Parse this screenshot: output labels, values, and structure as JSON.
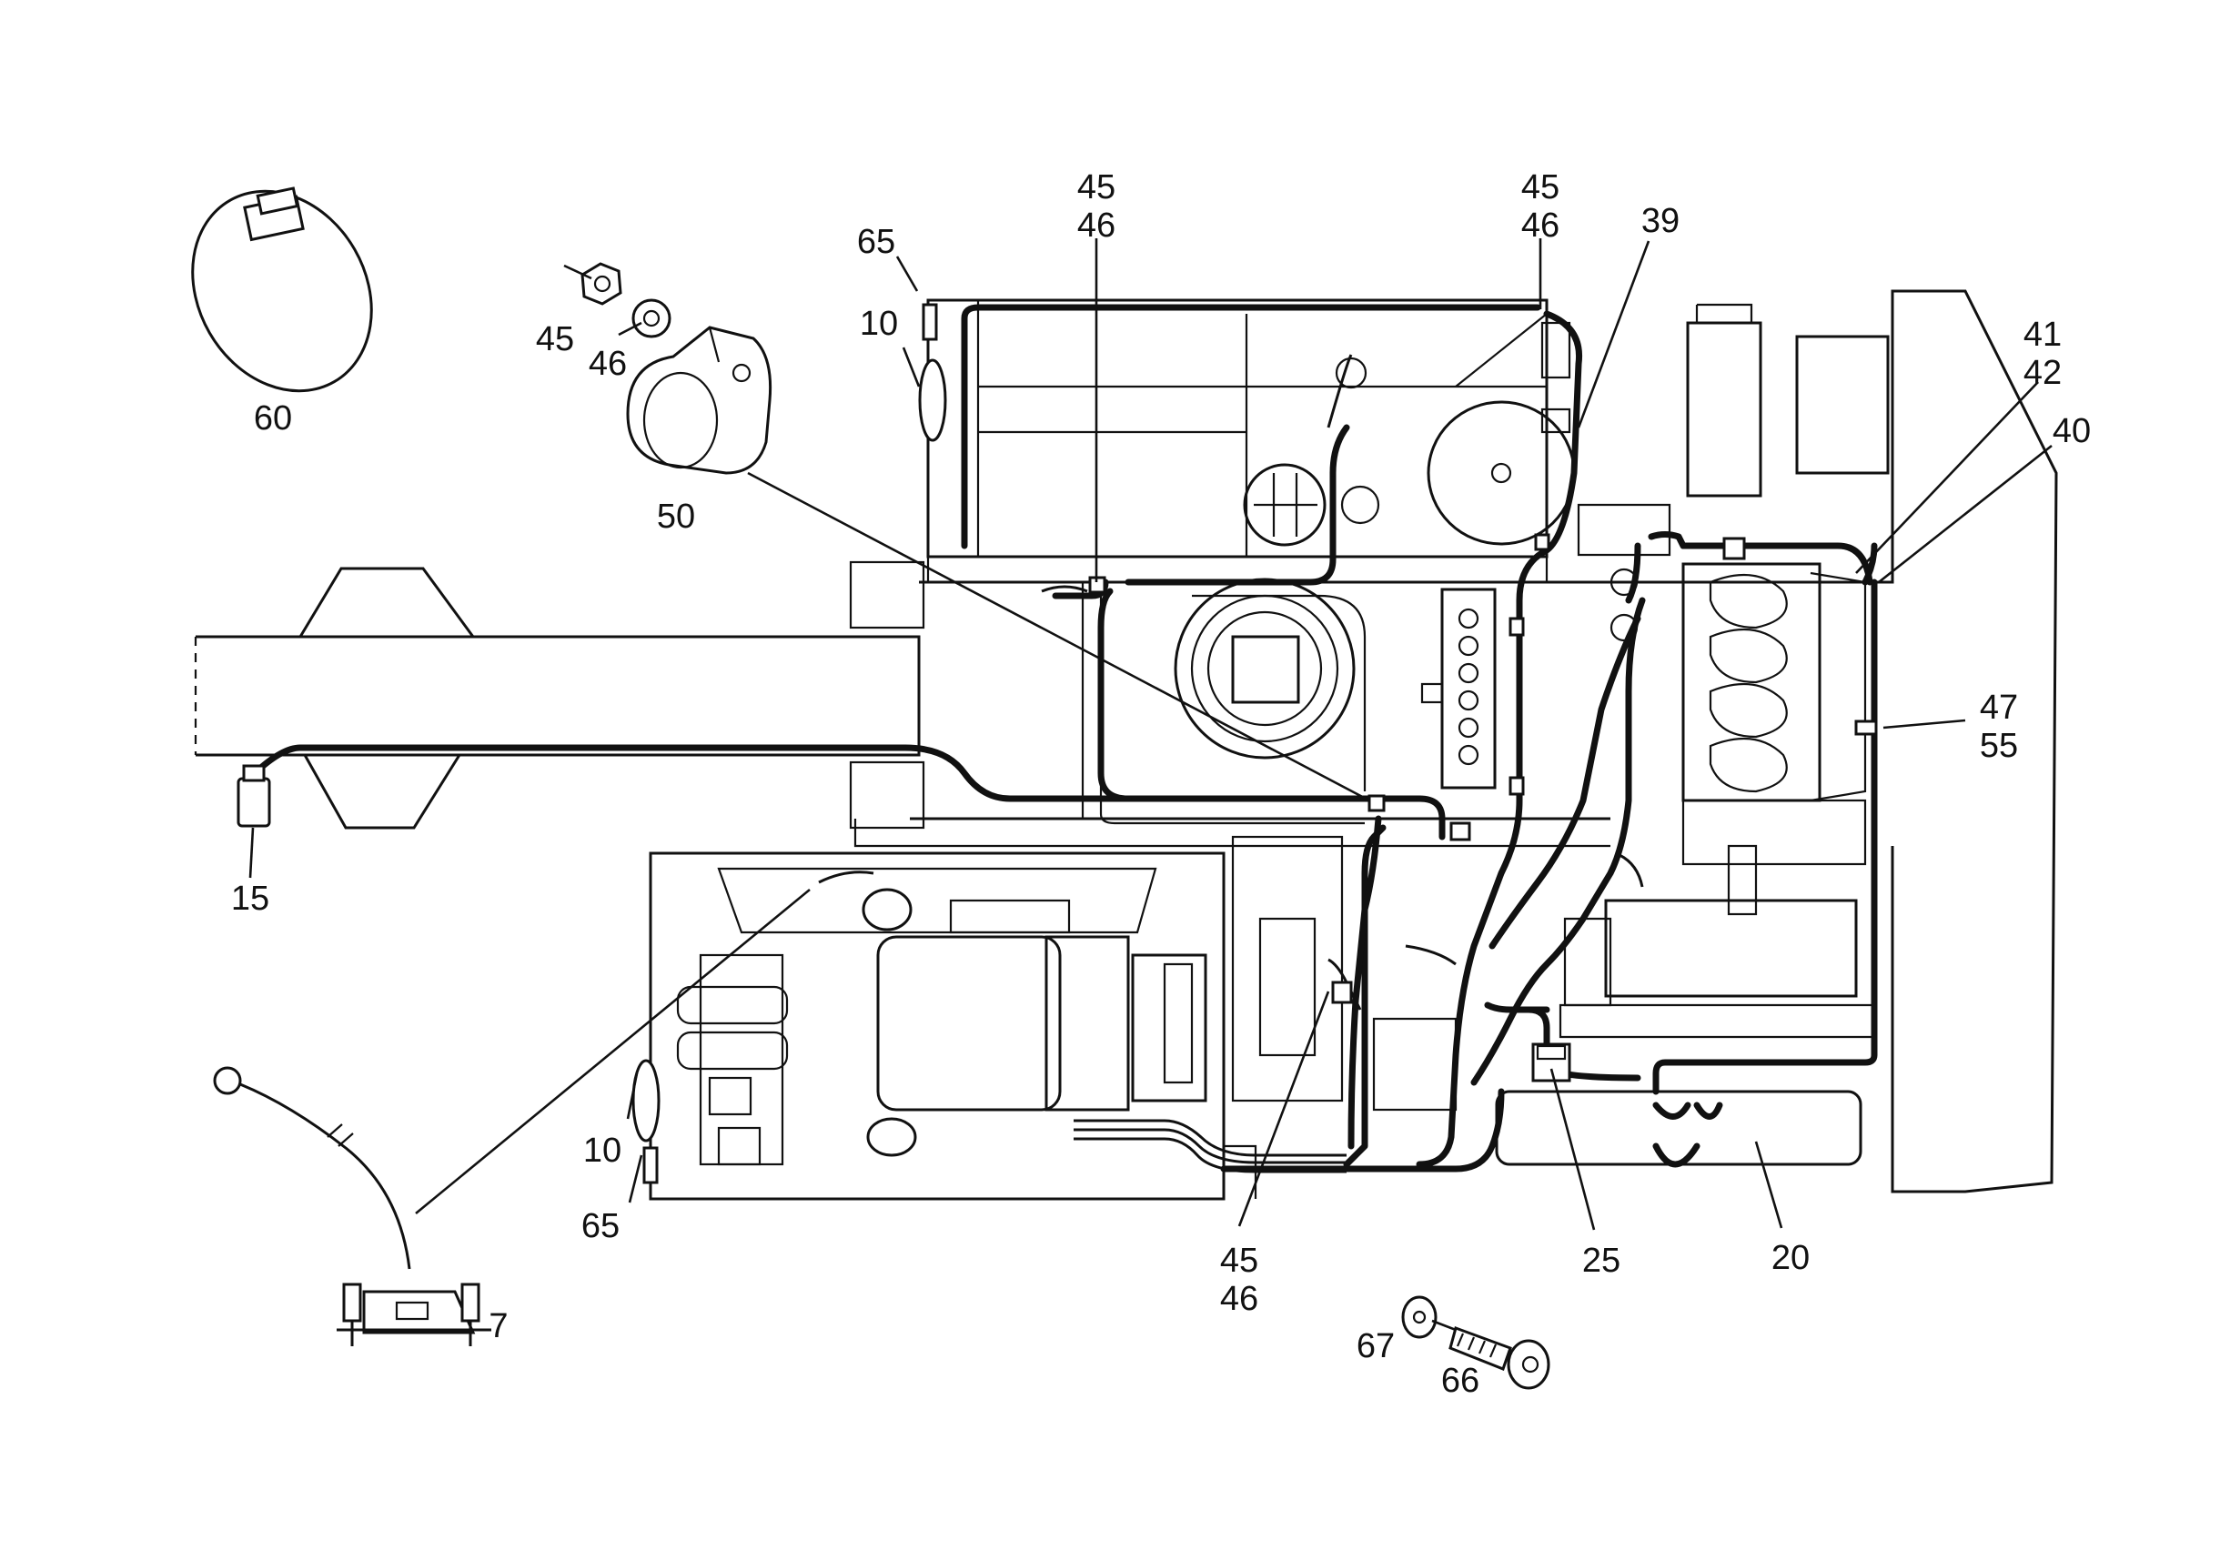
{
  "callouts": [
    {
      "id": "c60",
      "lines": [
        "60"
      ]
    },
    {
      "id": "c45a",
      "lines": [
        "45"
      ]
    },
    {
      "id": "c46a",
      "lines": [
        "46"
      ]
    },
    {
      "id": "c50",
      "lines": [
        "50"
      ]
    },
    {
      "id": "c65top",
      "lines": [
        "65"
      ]
    },
    {
      "id": "c10top",
      "lines": [
        "10"
      ]
    },
    {
      "id": "c4546l",
      "lines": [
        "45",
        "46"
      ]
    },
    {
      "id": "c4546r",
      "lines": [
        "45",
        "46"
      ]
    },
    {
      "id": "c39",
      "lines": [
        "39"
      ]
    },
    {
      "id": "c4142",
      "lines": [
        "41",
        "42"
      ]
    },
    {
      "id": "c40",
      "lines": [
        "40"
      ]
    },
    {
      "id": "c4755",
      "lines": [
        "47",
        "55"
      ]
    },
    {
      "id": "c15",
      "lines": [
        "15"
      ]
    },
    {
      "id": "c10bot",
      "lines": [
        "10"
      ]
    },
    {
      "id": "c65bot",
      "lines": [
        "65"
      ]
    },
    {
      "id": "c7",
      "lines": [
        "7"
      ]
    },
    {
      "id": "c4546b",
      "lines": [
        "45",
        "46"
      ]
    },
    {
      "id": "c25",
      "lines": [
        "25"
      ]
    },
    {
      "id": "c20",
      "lines": [
        "20"
      ]
    },
    {
      "id": "c67",
      "lines": [
        "67"
      ]
    },
    {
      "id": "c66",
      "lines": [
        "66"
      ]
    }
  ]
}
